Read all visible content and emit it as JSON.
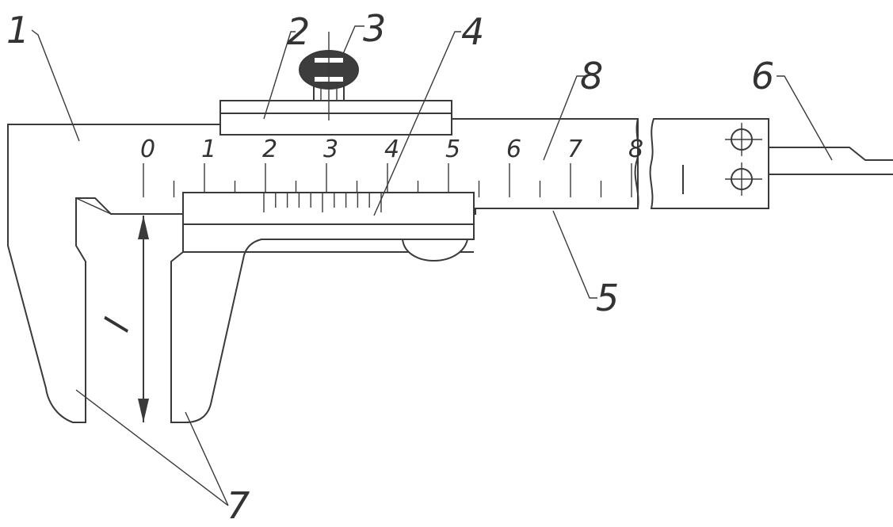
{
  "diagram": {
    "colors": {
      "line": "#3a3a3a",
      "text": "#333333",
      "screw_head": "#3d3d3d",
      "background": "#ffffff"
    },
    "callouts": {
      "c1": "1",
      "c2": "2",
      "c3": "3",
      "c4": "4",
      "c5": "5",
      "c6": "6",
      "c7": "7",
      "c8": "8"
    },
    "main_scale_labels": [
      "0",
      "1",
      "2",
      "3",
      "4",
      "5",
      "6",
      "7",
      "8"
    ],
    "dimension_label": "l"
  }
}
